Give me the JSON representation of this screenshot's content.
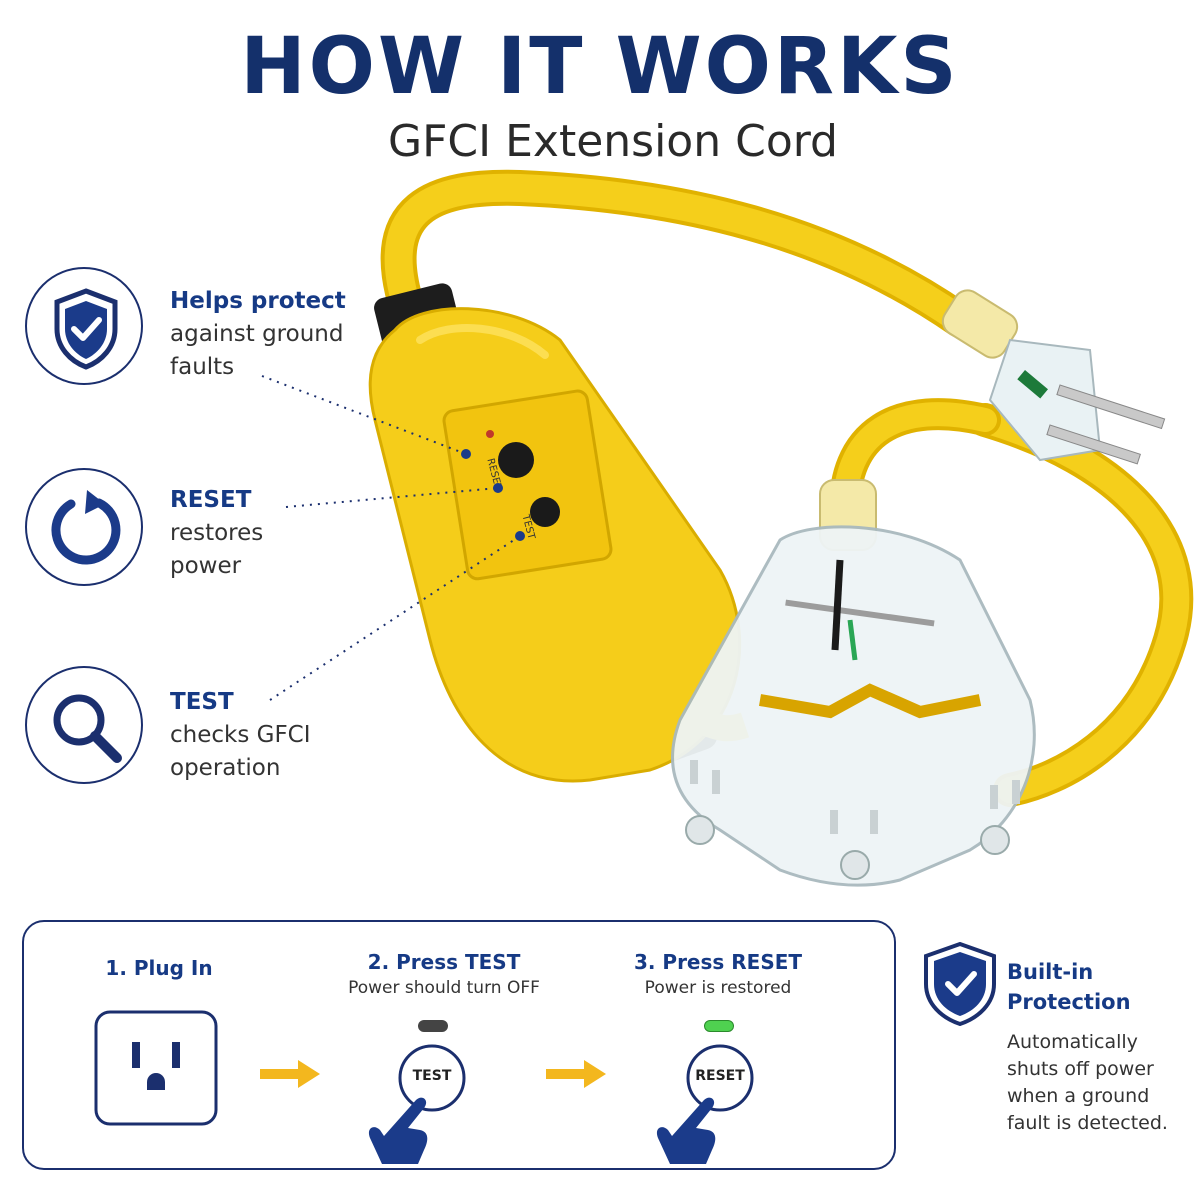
{
  "header": {
    "title": "HOW IT WORKS",
    "subtitle": "GFCI Extension Cord"
  },
  "features": [
    {
      "icon": "shield-check-icon",
      "head": "Helps protect",
      "lines": [
        "against ground",
        "faults"
      ]
    },
    {
      "icon": "reset-arrow-icon",
      "head": "RESET",
      "lines": [
        "restores",
        "power"
      ]
    },
    {
      "icon": "magnifier-icon",
      "head": "TEST",
      "lines": [
        "checks GFCI",
        "operation"
      ]
    }
  ],
  "device": {
    "reset_label": "RESET",
    "test_label": "TEST"
  },
  "steps": [
    {
      "title": "1. Plug In",
      "subtitle": ""
    },
    {
      "title": "2. Press TEST",
      "subtitle": "Power should turn OFF",
      "button_label": "TEST",
      "indicator": "off"
    },
    {
      "title": "3. Press RESET",
      "subtitle": "Power is restored",
      "button_label": "RESET",
      "indicator": "on"
    }
  ],
  "protection": {
    "icon": "shield-check-icon",
    "head_lines": [
      "Built-in",
      "Protection"
    ],
    "body_lines": [
      "Automatically",
      "shuts off power",
      "when a ground",
      "fault is detected."
    ]
  },
  "colors": {
    "navy": "#14306b",
    "cord_yellow": "#f5cf1b",
    "arrow_yellow": "#f3b71e",
    "indicator_off": "#444444",
    "indicator_on": "#4fd150"
  }
}
